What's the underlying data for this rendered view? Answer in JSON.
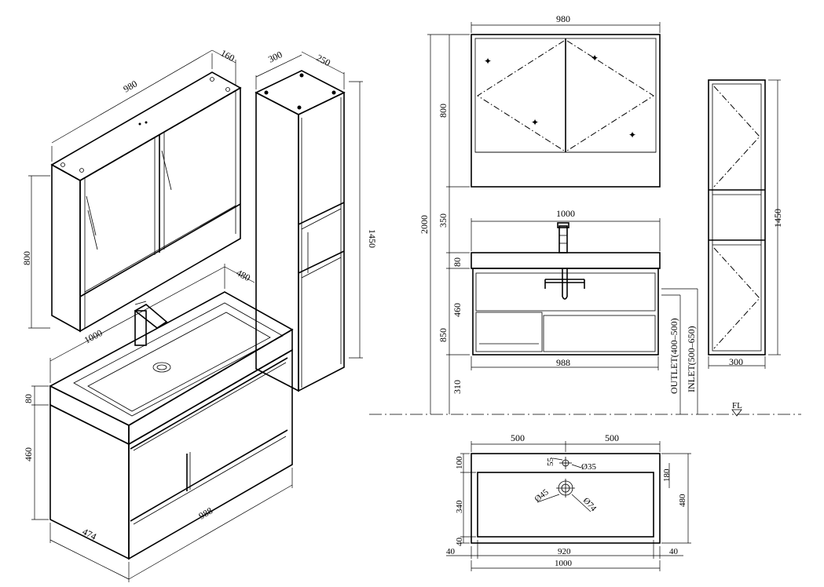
{
  "iso": {
    "cab_width": "980",
    "cab_depth": "160",
    "cab_height": "800",
    "tall_depth": "300",
    "tall_width": "250",
    "tall_height": "1450",
    "vanity_depth": "480",
    "vanity_width": "1000",
    "top_height": "80",
    "drawer_height": "460",
    "body_width": "988",
    "body_depth": "474"
  },
  "front": {
    "mirror_width": "980",
    "mirror_height": "800",
    "gap": "350",
    "total_height": "2000",
    "vanity_width": "1000",
    "top_height": "80",
    "drawer_height": "460",
    "basin_height": "850",
    "body_width": "988",
    "floor_gap": "310",
    "outlet": "OUTLET(400–500)",
    "inlet": "INLET(500–650)",
    "floor_label": "FL"
  },
  "side": {
    "height": "1450",
    "width": "300"
  },
  "plan": {
    "half_left": "500",
    "half_right": "500",
    "tap_offset": "55",
    "tap_hole": "Ø35",
    "top_margin": "100",
    "basin_top": "180",
    "drain_d1": "Ø45",
    "drain_d2": "Ø74",
    "basin_depth": "340",
    "total_depth": "480",
    "bottom_margin": "40",
    "side_left": "40",
    "inner_width": "920",
    "side_right": "40",
    "total_width": "1000"
  }
}
